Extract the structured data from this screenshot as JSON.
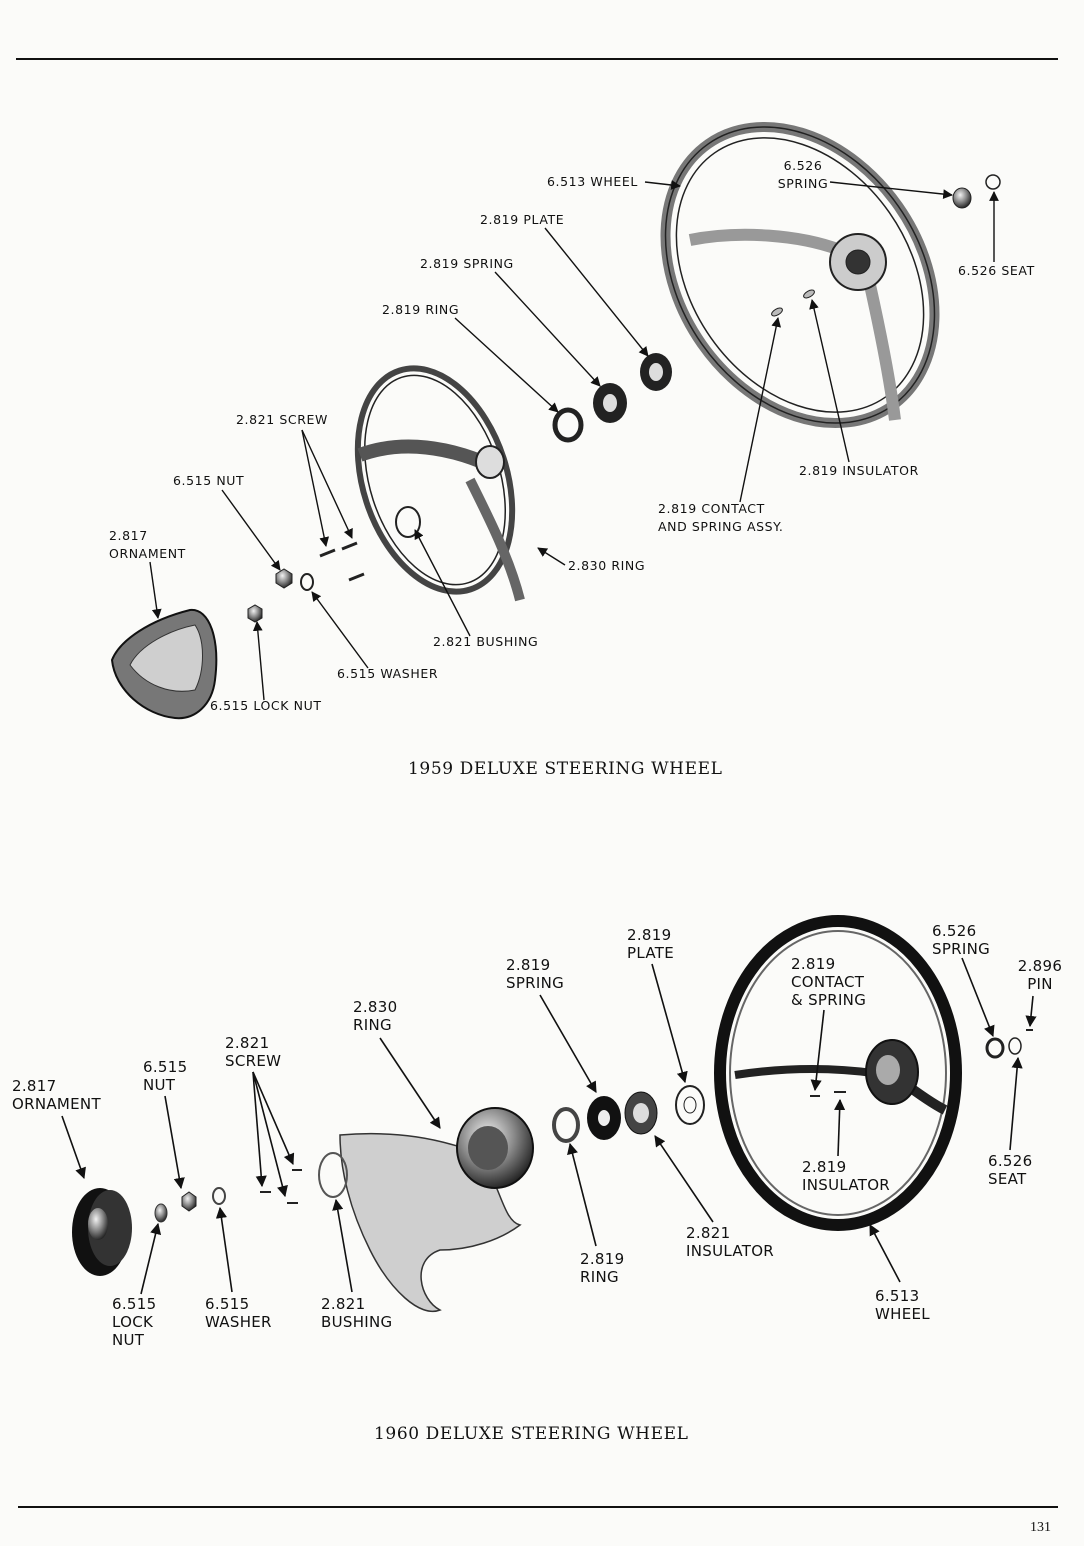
{
  "diagram_1959": {
    "caption": "1959 DELUXE STEERING WHEEL",
    "labels": {
      "wheel": "6.513 WHEEL",
      "spring_num": "6.526",
      "spring_word": "SPRING",
      "seat": "6.526 SEAT",
      "plate": "2.819 PLATE",
      "spring2819": "2.819 SPRING",
      "ring2819": "2.819 RING",
      "screw": "2.821 SCREW",
      "nut": "6.515 NUT",
      "ornament_num": "2.817",
      "ornament_word": "ORNAMENT",
      "insulator": "2.819 INSULATOR",
      "contact_line1": "2.819 CONTACT",
      "contact_line2": "AND SPRING ASSY.",
      "ring2830": "2.830 RING",
      "bushing": "2.821 BUSHING",
      "washer": "6.515 WASHER",
      "locknut": "6.515 LOCK NUT"
    }
  },
  "diagram_1960": {
    "caption": "1960 DELUXE STEERING WHEEL",
    "labels": {
      "plate_num": "2.819",
      "plate_word": "PLATE",
      "spring_num": "2.819",
      "spring_word": "SPRING",
      "ring2830_num": "2.830",
      "ring2830_word": "RING",
      "screw_num": "2.821",
      "screw_word": "SCREW",
      "nut_num": "6.515",
      "nut_word": "NUT",
      "ornament_num": "2.817",
      "ornament_word": "ORNAMENT",
      "contact_num": "2.819",
      "contact_w1": "CONTACT",
      "contact_w2": "& SPRING",
      "spring526_num": "6.526",
      "spring526_word": "SPRING",
      "pin_num": "2.896",
      "pin_word": "PIN",
      "insulator_num": "2.819",
      "insulator_word": "INSULATOR",
      "seat_num": "6.526",
      "seat_word": "SEAT",
      "insulator2821_num": "2.821",
      "insulator2821_word": "INSULATOR",
      "ring2819_num": "2.819",
      "ring2819_word": "RING",
      "wheel_num": "6.513",
      "wheel_word": "WHEEL",
      "locknut_num": "6.515",
      "locknut_w1": "LOCK",
      "locknut_w2": "NUT",
      "washer_num": "6.515",
      "washer_word": "WASHER",
      "bushing_num": "2.821",
      "bushing_word": "BUSHING"
    }
  },
  "page_number": "131"
}
